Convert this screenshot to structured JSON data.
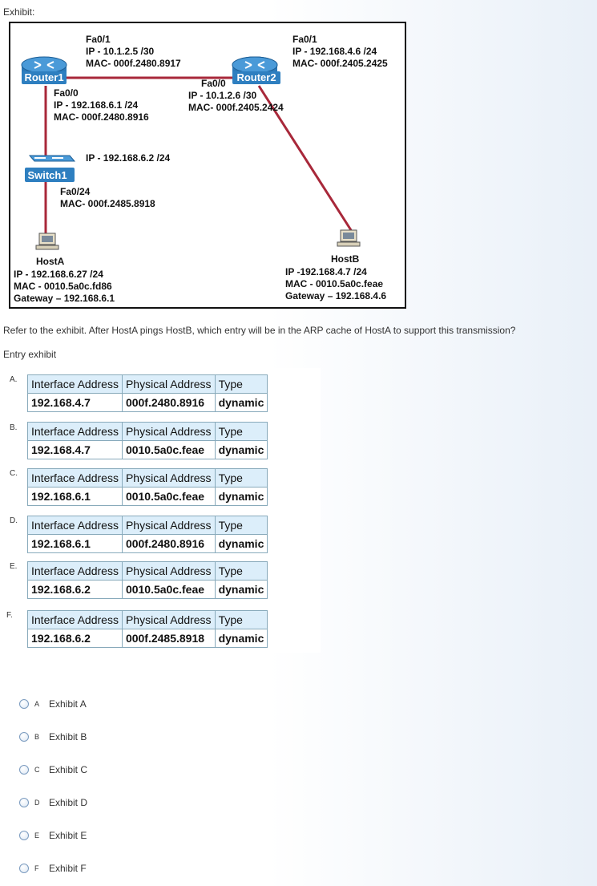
{
  "page": {
    "exhibit_label": "Exhibit:",
    "question": "Refer to the exhibit. After HostA pings HostB, which entry will be in the ARP cache of HostA to support this transmission?",
    "entry_exhibit": "Entry exhibit"
  },
  "diagram": {
    "router1": {
      "name": "Router1",
      "fa01": "Fa0/1",
      "fa01_ip": "IP - 10.1.2.5 /30",
      "fa01_mac": "MAC- 000f.2480.8917",
      "fa00": "Fa0/0",
      "fa00_ip": "IP - 192.168.6.1 /24",
      "fa00_mac": "MAC- 000f.2480.8916"
    },
    "router2": {
      "name": "Router2",
      "fa01": "Fa0/1",
      "fa01_ip": "IP - 192.168.4.6 /24",
      "fa01_mac": "MAC- 000f.2405.2425",
      "fa00": "Fa0/0",
      "fa00_ip": "IP - 10.1.2.6 /30",
      "fa00_mac": "MAC- 000f.2405.2424"
    },
    "switch1": {
      "name": "Switch1",
      "ip": "IP - 192.168.6.2 /24",
      "fa024": "Fa0/24",
      "mac": "MAC- 000f.2485.8918"
    },
    "hosta": {
      "name": "HostA",
      "ip": "IP - 192.168.6.27 /24",
      "mac": "MAC - 0010.5a0c.fd86",
      "gw": "Gateway – 192.168.6.1"
    },
    "hostb": {
      "name": "HostB",
      "ip": "IP -192.168.4.7 /24",
      "mac": "MAC - 0010.5a0c.feae",
      "gw": "Gateway – 192.168.4.6"
    },
    "colors": {
      "link": "#a8283a",
      "router": "#2e7fc0",
      "switch": "#2e7fc0"
    }
  },
  "tables": {
    "headers": [
      "Interface Address",
      "Physical Address",
      "Type"
    ],
    "options": [
      {
        "letter": "A.",
        "iface": "192.168.4.7",
        "mac": "000f.2480.8916",
        "type": "dynamic"
      },
      {
        "letter": "B.",
        "iface": "192.168.4.7",
        "mac": "0010.5a0c.feae",
        "type": "dynamic"
      },
      {
        "letter": "C.",
        "iface": "192.168.6.1",
        "mac": "0010.5a0c.feae",
        "type": "dynamic"
      },
      {
        "letter": "D.",
        "iface": "192.168.6.1",
        "mac": "000f.2480.8916",
        "type": "dynamic"
      },
      {
        "letter": "E.",
        "iface": "192.168.6.2",
        "mac": "0010.5a0c.feae",
        "type": "dynamic"
      },
      {
        "letter": "F.",
        "iface": "192.168.6.2",
        "mac": "000f.2485.8918",
        "type": "dynamic"
      }
    ]
  },
  "answers": [
    {
      "letter": "A",
      "text": "Exhibit A"
    },
    {
      "letter": "B",
      "text": "Exhibit B"
    },
    {
      "letter": "C",
      "text": "Exhibit C"
    },
    {
      "letter": "D",
      "text": "Exhibit D"
    },
    {
      "letter": "E",
      "text": "Exhibit E"
    },
    {
      "letter": "F",
      "text": "Exhibit F"
    }
  ]
}
